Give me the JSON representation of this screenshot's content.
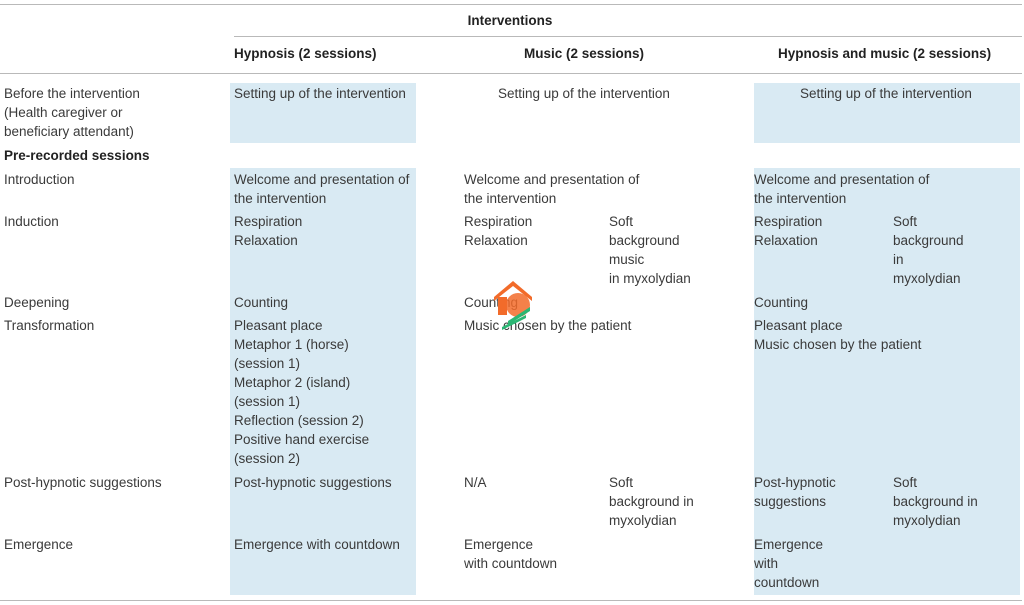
{
  "header": {
    "group_title": "Interventions",
    "columns": [
      "Hypnosis (2 sessions)",
      "Music (2 sessions)",
      "Hypnosis and music (2 sessions)"
    ]
  },
  "rows": {
    "before": {
      "label": "Before the intervention\n(Health caregiver or\nbeneficiary attendant)",
      "hypnosis": "Setting up of the intervention",
      "music": "Setting up of the intervention",
      "both": "Setting up of the intervention"
    },
    "prerecorded": {
      "label": "Pre-recorded sessions"
    },
    "introduction": {
      "label": "Introduction",
      "hypnosis": "Welcome and presentation of\nthe intervention",
      "music": "Welcome and presentation of\nthe intervention",
      "both": "Welcome and presentation of\nthe intervention"
    },
    "induction": {
      "label": "Induction",
      "hypnosis": "Respiration\n Relaxation",
      "music_a": "Respiration\n Relaxation",
      "music_b": "Soft\nbackground\nmusic\nin myxolydian",
      "both_a": "Respiration\n Relaxation",
      "both_b": "Soft\nbackground\nin\n myxolydian"
    },
    "deepening": {
      "label": "Deepening",
      "hypnosis": "Counting",
      "music": "Counting",
      "both": "Counting"
    },
    "transformation": {
      "label": "Transformation",
      "hypnosis": "Pleasant place\nMetaphor 1 (horse)\n(session 1)\nMetaphor 2 (island)\n(session 1)\nReflection (session 2)\nPositive hand exercise\n(session 2)",
      "music": "Music chosen by the patient",
      "both": "Pleasant place\nMusic chosen by the patient"
    },
    "posthypnotic": {
      "label": "Post-hypnotic suggestions",
      "hypnosis": "Post-hypnotic suggestions",
      "music_a": "N/A",
      "music_b": "Soft\nbackground in\nmyxolydian",
      "both_a": "Post-hypnotic\nsuggestions",
      "both_b": "Soft\nbackground in\nmyxolydian"
    },
    "emergence": {
      "label": "Emergence",
      "hypnosis": "Emergence with countdown",
      "music": "Emergence\nwith countdown",
      "both": "Emergence\nwith\ncountdown"
    }
  },
  "colors": {
    "shade": "#d9eaf3",
    "rule": "#b9b9b9",
    "logo_orange": "#f26b2a",
    "logo_green": "#2bb673"
  }
}
